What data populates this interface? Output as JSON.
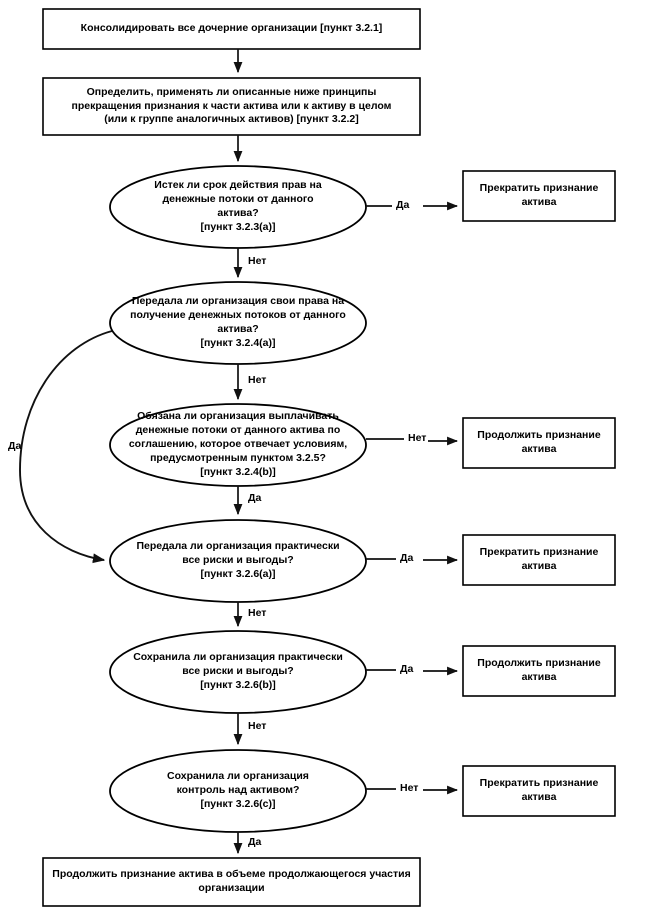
{
  "diagram": {
    "title": "Дерево решений по прекращению признания финансового актива",
    "colors": {
      "stroke": "#000000",
      "fill": "#ffffff",
      "text": "#000000"
    },
    "nodes": [
      {
        "id": "n1",
        "type": "process",
        "text": "Консолидировать все дочерние организации [пункт 3.2.1]"
      },
      {
        "id": "n2",
        "type": "process",
        "text": "Определить, применять ли описанные ниже принципы\nпрекращения признания к части актива или к активу в целом\n(или к группе аналогичных активов) [пункт 3.2.2]"
      },
      {
        "id": "d1",
        "type": "decision",
        "text": "Истек ли срок действия прав на\nденежные потоки от данного\nактива?\n[пункт 3.2.3(a)]"
      },
      {
        "id": "d2",
        "type": "decision",
        "text": "Передала ли организация свои права на\nполучение денежных потоков от данного\nактива?\n[пункт 3.2.4(a)]"
      },
      {
        "id": "d3",
        "type": "decision",
        "text": "Обязана ли организация выплачивать\nденежные потоки от данного актива по\nсоглашению, которое отвечает условиям,\nпредусмотренным пунктом 3.2.5?\n[пункт 3.2.4(b)]"
      },
      {
        "id": "d4",
        "type": "decision",
        "text": "Передала ли организация практически\nвсе риски и выгоды?\n[пункт 3.2.6(a)]"
      },
      {
        "id": "d5",
        "type": "decision",
        "text": "Сохранила ли организация практически\nвсе риски и выгоды?\n[пункт 3.2.6(b)]"
      },
      {
        "id": "d6",
        "type": "decision",
        "text": "Сохранила ли организация\nконтроль над активом?\n[пункт 3.2.6(c)]"
      },
      {
        "id": "o1",
        "type": "outcome",
        "text": "Прекратить признание\nактива"
      },
      {
        "id": "o2",
        "type": "outcome",
        "text": "Продолжить признание\nактива"
      },
      {
        "id": "o3",
        "type": "outcome",
        "text": "Прекратить признание\nактива"
      },
      {
        "id": "o4",
        "type": "outcome",
        "text": "Продолжить признание\nактива"
      },
      {
        "id": "o5",
        "type": "outcome",
        "text": "Прекратить признание\nактива"
      },
      {
        "id": "n9",
        "type": "process",
        "text": "Продолжить признание актива в объеме продолжающегося участия\nорганизации"
      }
    ],
    "edges": [
      {
        "id": "e1",
        "from": "n1",
        "to": "n2",
        "label": ""
      },
      {
        "id": "e2",
        "from": "n2",
        "to": "d1",
        "label": ""
      },
      {
        "id": "e3",
        "from": "d1",
        "to": "o1",
        "label": "Да"
      },
      {
        "id": "e4",
        "from": "d1",
        "to": "d2",
        "label": "Нет"
      },
      {
        "id": "e5",
        "from": "d2",
        "to": "d4",
        "label": "Да"
      },
      {
        "id": "e6",
        "from": "d2",
        "to": "d3",
        "label": "Нет"
      },
      {
        "id": "e7",
        "from": "d3",
        "to": "o2",
        "label": "Нет"
      },
      {
        "id": "e8",
        "from": "d3",
        "to": "d4",
        "label": "Да"
      },
      {
        "id": "e9",
        "from": "d4",
        "to": "o3",
        "label": "Да"
      },
      {
        "id": "e10",
        "from": "d4",
        "to": "d5",
        "label": "Нет"
      },
      {
        "id": "e11",
        "from": "d5",
        "to": "o4",
        "label": "Да"
      },
      {
        "id": "e12",
        "from": "d5",
        "to": "d6",
        "label": "Нет"
      },
      {
        "id": "e13",
        "from": "d6",
        "to": "o5",
        "label": "Нет"
      },
      {
        "id": "e14",
        "from": "d6",
        "to": "n9",
        "label": "Да"
      }
    ]
  }
}
